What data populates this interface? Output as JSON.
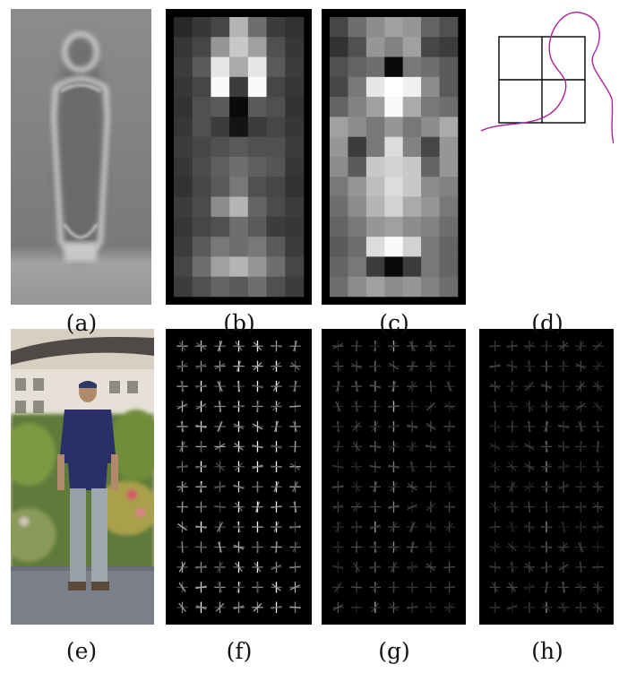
{
  "figure": {
    "captions": [
      "(a)",
      "(b)",
      "(c)",
      "(d)",
      "(e)",
      "(f)",
      "(g)",
      "(h)"
    ]
  },
  "grids": {
    "rows": 14,
    "cols": 7,
    "b": [
      40,
      55,
      70,
      180,
      110,
      60,
      50,
      55,
      70,
      150,
      200,
      160,
      80,
      55,
      60,
      90,
      230,
      170,
      230,
      90,
      60,
      55,
      70,
      250,
      60,
      250,
      70,
      55,
      50,
      80,
      90,
      10,
      90,
      80,
      50,
      55,
      80,
      60,
      20,
      60,
      70,
      55,
      60,
      70,
      80,
      90,
      80,
      80,
      60,
      55,
      75,
      95,
      110,
      95,
      85,
      55,
      50,
      70,
      90,
      120,
      80,
      70,
      50,
      60,
      75,
      140,
      180,
      100,
      75,
      60,
      55,
      70,
      80,
      110,
      90,
      60,
      55,
      60,
      90,
      120,
      110,
      120,
      90,
      60,
      70,
      110,
      160,
      180,
      150,
      110,
      70,
      60,
      80,
      100,
      90,
      110,
      80,
      60
    ],
    "c": [
      70,
      110,
      140,
      160,
      150,
      100,
      80,
      50,
      80,
      150,
      130,
      160,
      70,
      60,
      80,
      100,
      110,
      10,
      120,
      110,
      90,
      70,
      120,
      230,
      255,
      240,
      140,
      90,
      100,
      130,
      160,
      250,
      170,
      120,
      110,
      160,
      140,
      120,
      150,
      120,
      140,
      170,
      150,
      60,
      120,
      220,
      130,
      70,
      150,
      140,
      90,
      200,
      210,
      200,
      100,
      150,
      120,
      150,
      190,
      220,
      200,
      140,
      130,
      110,
      140,
      180,
      210,
      170,
      150,
      120,
      100,
      120,
      150,
      160,
      140,
      130,
      110,
      90,
      110,
      220,
      250,
      210,
      120,
      100,
      100,
      120,
      60,
      10,
      60,
      120,
      100,
      110,
      140,
      160,
      140,
      150,
      130,
      110
    ]
  }
}
